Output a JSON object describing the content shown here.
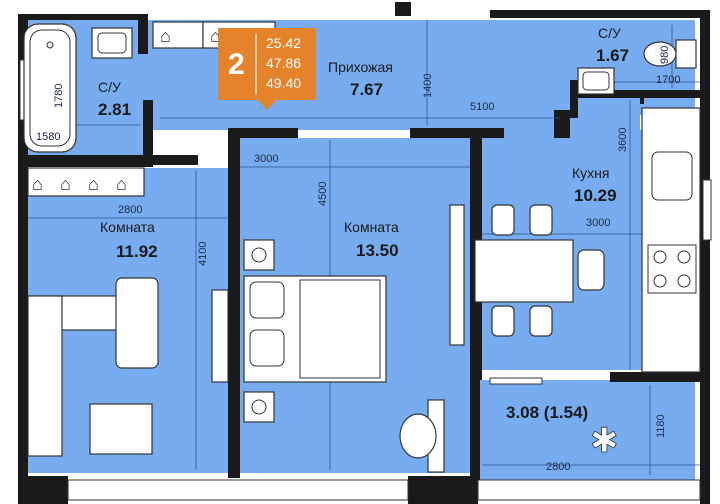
{
  "colors": {
    "floor": "#77adf0",
    "wall": "#1a1a1a",
    "badge": "#e5832a",
    "furniture": "#ffffff"
  },
  "badge": {
    "rooms": "2",
    "areas": [
      "25.42",
      "47.86",
      "49.40"
    ]
  },
  "rooms": {
    "bath": {
      "name": "С/У",
      "area": "2.81"
    },
    "wc": {
      "name": "С/У",
      "area": "1.67"
    },
    "hall": {
      "name": "Прихожая",
      "area": "7.67"
    },
    "kitchen": {
      "name": "Кухня",
      "area": "10.29"
    },
    "room_left": {
      "name": "Комната",
      "area": "11.92"
    },
    "room_center": {
      "name": "Комната",
      "area": "13.50"
    },
    "balcony": {
      "area": "3.08 (1.54)"
    }
  },
  "dimensions": {
    "bath_height": "1780",
    "bath_width": "1580",
    "hall_height": "1400",
    "hall_width": "5100",
    "wc_height": "980",
    "wc_width": "1700",
    "kitchen_height": "3600",
    "kitchen_width": "3000",
    "center_width": "3000",
    "center_height": "4500",
    "left_width": "2800",
    "left_height": "4100",
    "balcony_height": "1180",
    "balcony_width": "2800"
  },
  "icons": [
    "bathtub-icon",
    "sink-icon",
    "toilet-icon",
    "wardrobe-icon",
    "bed-icon",
    "sofa-icon",
    "dining-table-icon",
    "stove-icon",
    "plant-icon",
    "desk-chair-icon"
  ]
}
